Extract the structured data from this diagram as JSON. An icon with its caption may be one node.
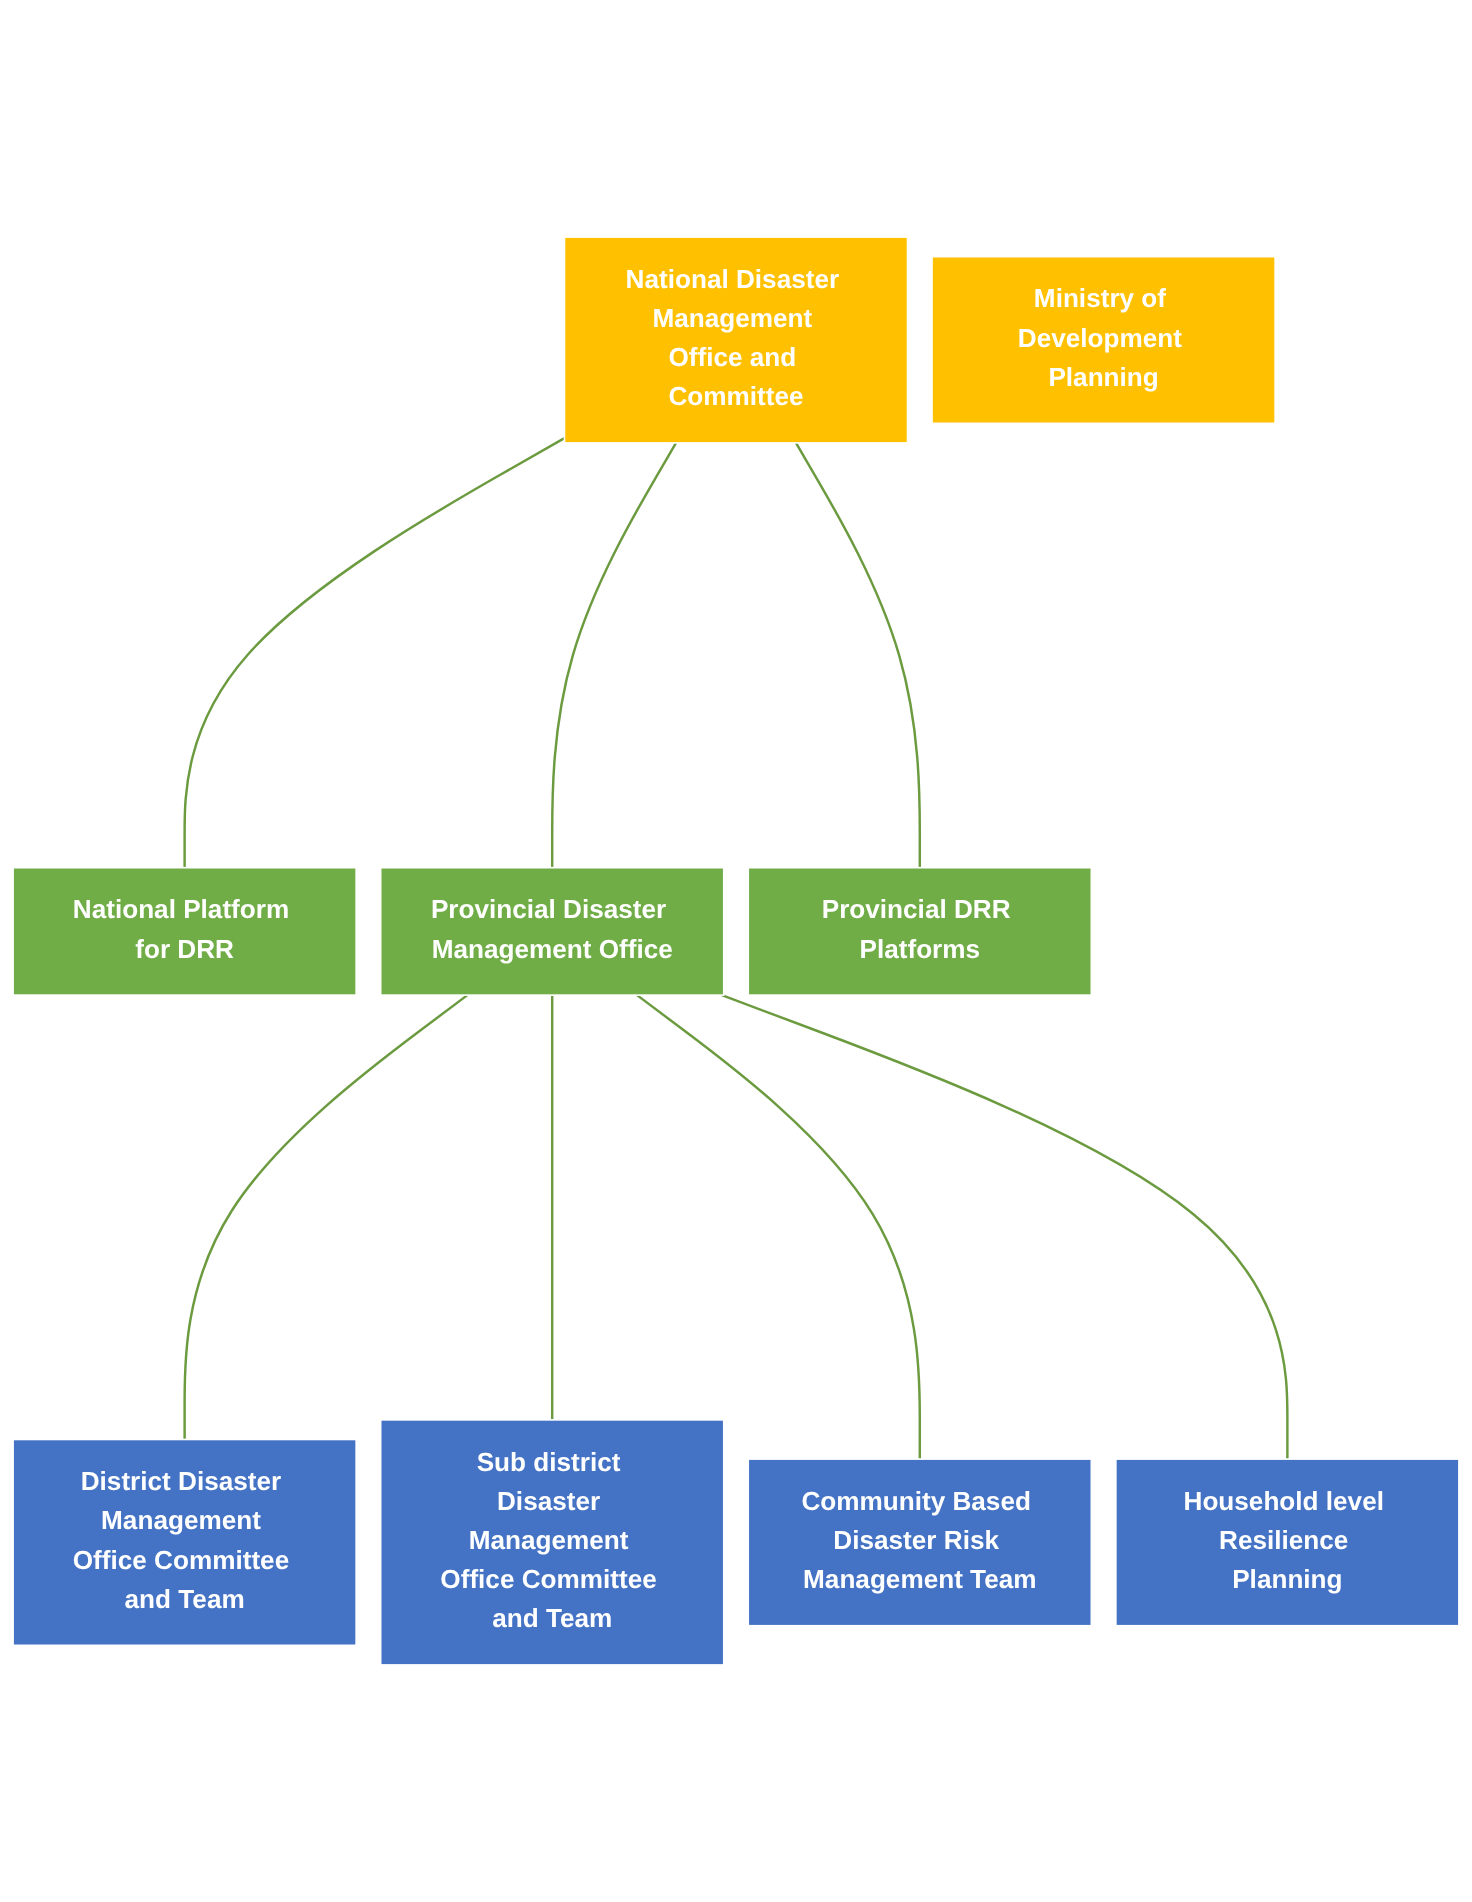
{
  "diagram": {
    "nodes": [
      {
        "text": [
          "National Disaster Management Office and Committee"
        ]
      },
      {
        "text": [
          "Ministry of Development Planning"
        ]
      },
      {
        "text": [
          "National Platform for DRR"
        ]
      },
      {
        "text": [
          "Provincial Disaster Management Office"
        ]
      },
      {
        "text": [
          "Provincial DRR Platforms"
        ]
      },
      {
        "text": [
          "District Disaster Management Office Committee and Team"
        ]
      },
      {
        "text": [
          "Sub district Disaster Management Office Committee and Team"
        ]
      },
      {
        "text": [
          "Community Based Disaster Risk Management Team"
        ]
      },
      {
        "text": [
          "Household level Resilience Planning"
        ]
      }
    ],
    "edges": [
      {
        "from": 0,
        "to": 2,
        "arrow": "none"
      },
      {
        "from": 0,
        "to": 3,
        "arrow": "none"
      },
      {
        "from": 0,
        "to": 4,
        "arrow": "none"
      },
      {
        "from": 3,
        "to": 5,
        "arrow": "none"
      },
      {
        "from": 3,
        "to": 6,
        "arrow": "none"
      },
      {
        "from": 3,
        "to": 7,
        "arrow": "none"
      },
      {
        "from": 3,
        "to": 8,
        "arrow": "none"
      }
    ]
  }
}
